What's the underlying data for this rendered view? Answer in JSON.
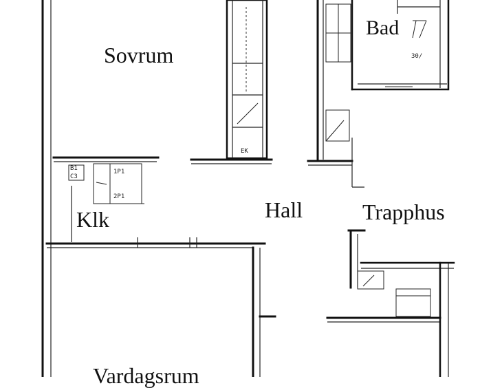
{
  "rooms": {
    "sovrum": "Sovrum",
    "bad": "Bad",
    "klk": "Klk",
    "hall": "Hall",
    "trapphus": "Trapphus",
    "vardagsrum": "Vardagsrum"
  },
  "fixture_labels": {
    "klk_b1": "B1",
    "klk_c3": "C3",
    "klk_1p1": "1P1",
    "klk_2p1": "2P1",
    "wardrobe_ek": "EK",
    "bad_note": "30/"
  }
}
